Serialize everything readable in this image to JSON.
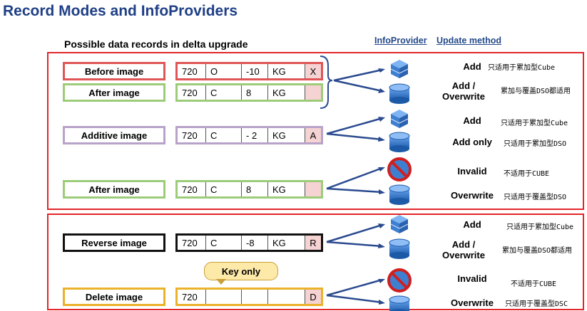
{
  "title": "Record Modes and InfoProviders",
  "subtitle": "Possible data records in delta upgrade",
  "column_headers": {
    "infoprovider": "InfoProvider",
    "update_method": "Update method"
  },
  "callout": "Key only",
  "colors": {
    "title": "#1f3f86",
    "frame": "#e3262a",
    "before": "#e05555",
    "after": "#9ccc78",
    "additive": "#b7a3c9",
    "reverse": "#111111",
    "delete": "#eab22a",
    "cube": "#4a86d8",
    "dso": "#2b6fc0",
    "invalid": "#d01f1f"
  },
  "rows": [
    {
      "label": "Before image",
      "cells": [
        "720",
        "O",
        "-10",
        "KG",
        "X"
      ],
      "style": "before"
    },
    {
      "label": "After image",
      "cells": [
        "720",
        "C",
        "8",
        "KG",
        ""
      ],
      "style": "after"
    },
    {
      "label": "Additive image",
      "cells": [
        "720",
        "C",
        "- 2",
        "KG",
        "A"
      ],
      "style": "additive"
    },
    {
      "label": "After image",
      "cells": [
        "720",
        "C",
        "8",
        "KG",
        ""
      ],
      "style": "after"
    },
    {
      "label": "Reverse image",
      "cells": [
        "720",
        "C",
        "-8",
        "KG",
        "R"
      ],
      "style": "reverse"
    },
    {
      "label": "Delete image",
      "cells": [
        "720",
        "",
        "",
        "",
        "D"
      ],
      "style": "delete"
    }
  ],
  "actions": [
    {
      "method": "Add",
      "note": "只适用于累加型Cube",
      "icon": "cube-icon"
    },
    {
      "method": "Add / Overwrite",
      "note": "累加与覆盖DSO都适用",
      "icon": "dso-icon"
    },
    {
      "method": "Add",
      "note": "只适用于累加型Cube",
      "icon": "cube-icon"
    },
    {
      "method": "Add only",
      "note": "只适用于累加型DSO",
      "icon": "dso-icon"
    },
    {
      "method": "Invalid",
      "note": "不适用于CUBE",
      "icon": "no-entry-icon"
    },
    {
      "method": "Overwrite",
      "note": "只适用于覆盖型DSO",
      "icon": "dso-icon"
    },
    {
      "method": "Add",
      "note": "只适用于累加型Cube",
      "icon": "cube-icon"
    },
    {
      "method": "Add / Overwrite",
      "note": "累加与覆盖DSO都适用",
      "icon": "dso-icon"
    },
    {
      "method": "Invalid",
      "note": "不适用于CUBE",
      "icon": "no-entry-icon"
    },
    {
      "method": "Overwrite",
      "note": "只适用于覆盖型DSC",
      "icon": "dso-icon"
    }
  ]
}
